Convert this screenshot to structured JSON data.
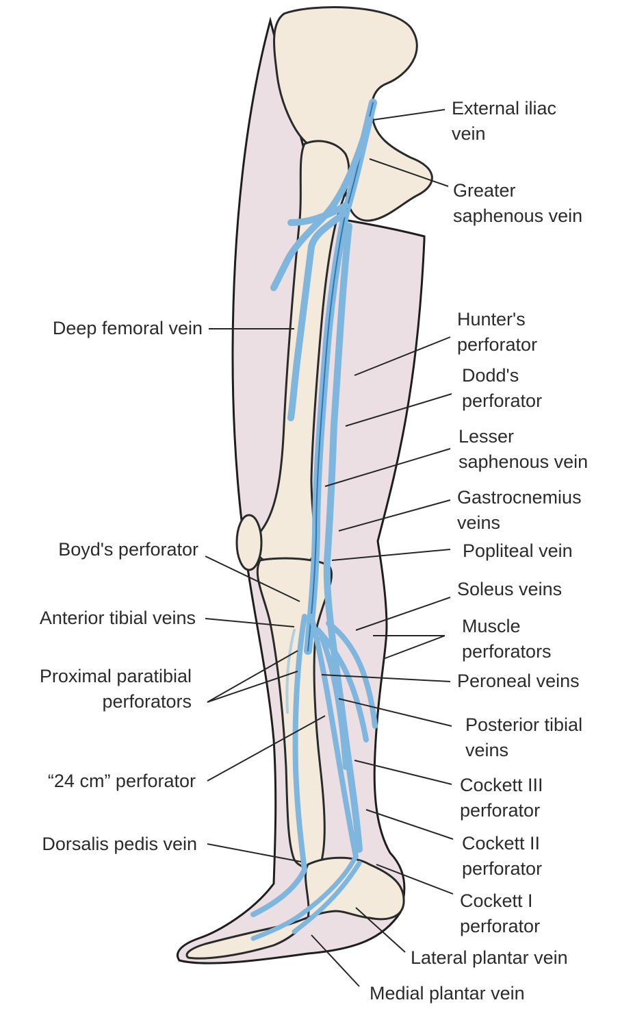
{
  "colors": {
    "skin": "#ecdfe3",
    "bone": "#f3eadb",
    "bone_shade": "#e6d2ac",
    "vein": "#7fb6de",
    "vein_deep": "#2f78b4",
    "outline": "#1e1e1e",
    "leader": "#262626",
    "text": "#2b2b2b"
  },
  "labels": {
    "external_iliac": [
      "External iliac",
      "vein"
    ],
    "greater_saphenous": [
      "Greater",
      "saphenous vein"
    ],
    "deep_femoral": [
      "Deep femoral vein"
    ],
    "hunters": [
      "Hunter's",
      "perforator"
    ],
    "dodds": [
      "Dodd's",
      "perforator"
    ],
    "lesser_saphenous": [
      "Lesser",
      "saphenous vein"
    ],
    "gastrocnemius": [
      "Gastrocnemius",
      "veins"
    ],
    "boyds": [
      "Boyd's perforator"
    ],
    "popliteal": [
      "Popliteal vein"
    ],
    "soleus": [
      "Soleus veins"
    ],
    "anterior_tibial": [
      "Anterior tibial veins"
    ],
    "muscle_perforators": [
      "Muscle",
      "perforators"
    ],
    "proximal_paratibial": [
      "Proximal paratibial",
      "perforators"
    ],
    "peroneal": [
      "Peroneal veins"
    ],
    "posterior_tibial": [
      "Posterior tibial",
      "veins"
    ],
    "cm24": [
      "“24 cm” perforator"
    ],
    "cockett3": [
      "Cockett III",
      "perforator"
    ],
    "dorsalis_pedis": [
      "Dorsalis pedis vein"
    ],
    "cockett2": [
      "Cockett II",
      "perforator"
    ],
    "cockett1": [
      "Cockett I",
      "perforator"
    ],
    "lateral_plantar": [
      "Lateral plantar vein"
    ],
    "medial_plantar": [
      "Medial plantar vein"
    ]
  }
}
